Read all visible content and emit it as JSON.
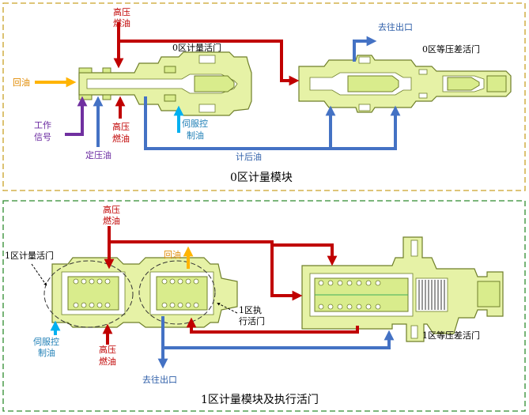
{
  "colors": {
    "red": "#c00000",
    "blue": "#4472c4",
    "orange": "#ffb400",
    "purple": "#7030a0",
    "cyan": "#00b0f0",
    "border": "#c9a227",
    "border2": "#2e8b2e",
    "part": "#e6f2a6"
  },
  "top": {
    "title": "0区计量模块",
    "labels": {
      "high_pressure_1": "高压",
      "high_pressure_2": "燃油",
      "valve0": "0区计量活门",
      "to_outlet": "去往出口",
      "eq_valve": "0区等压差活门",
      "return_oil": "回油",
      "work_1": "工作",
      "work_2": "信号",
      "fixed_pressure": "定压油",
      "hp_bottom_1": "高压",
      "hp_bottom_2": "燃油",
      "servo_1": "伺服控",
      "servo_2": "制油",
      "after_meter": "计后油"
    }
  },
  "bottom": {
    "title": "1区计量模块及执行活门",
    "labels": {
      "high_pressure_1": "高压",
      "high_pressure_2": "燃油",
      "valve1": "1区计量活门",
      "return_oil": "回油",
      "exec_1": "1区执",
      "exec_2": "行活门",
      "servo_1": "伺服控",
      "servo_2": "制油",
      "hp_bottom_1": "高压",
      "hp_bottom_2": "燃油",
      "to_outlet": "去往出口",
      "eq_valve": "1区等压差活门"
    }
  }
}
